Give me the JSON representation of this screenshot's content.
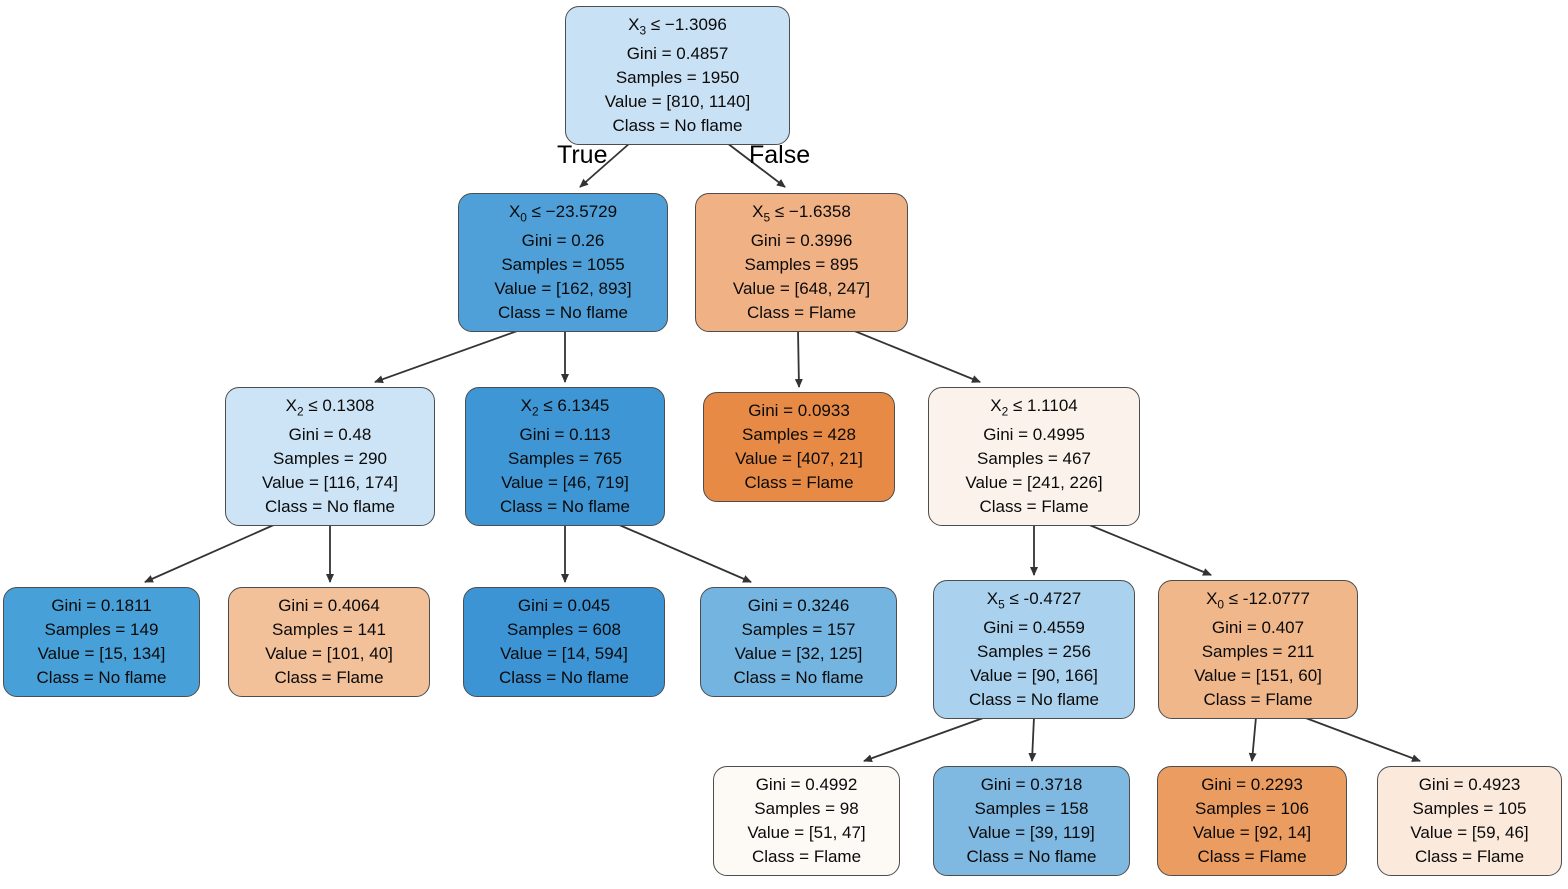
{
  "diagram": {
    "type": "decision-tree",
    "edge_labels": {
      "true": "True",
      "false": "False"
    },
    "classes": [
      "No flame",
      "Flame"
    ],
    "colors": {
      "class_no_flame_accent": "#399de5",
      "class_flame_accent": "#e58139"
    }
  },
  "nodes": [
    {
      "condition": {
        "var": "X",
        "sub": "3",
        "rest": " ≤ −1.3096"
      },
      "gini": "Gini = 0.4857",
      "samples": "Samples = 1950",
      "value": "Value = [810, 1140]",
      "class": "Class = No flame",
      "color": "#c9e1f4"
    },
    {
      "condition": {
        "var": "X",
        "sub": "0",
        "rest": " ≤ −23.5729"
      },
      "gini": "Gini = 0.26",
      "samples": "Samples = 1055",
      "value": "Value = [162, 893]",
      "class": "Class = No flame",
      "color": "#4fa0d8"
    },
    {
      "condition": {
        "var": "X",
        "sub": "5",
        "rest": " ≤ −1.6358"
      },
      "gini": "Gini = 0.3996",
      "samples": "Samples = 895",
      "value": "Value = [648, 247]",
      "class": "Class = Flame",
      "color": "#f0b285"
    },
    {
      "condition": {
        "var": "X",
        "sub": "2",
        "rest": " ≤ 0.1308"
      },
      "gini": "Gini = 0.48",
      "samples": "Samples = 290",
      "value": "Value = [116, 174]",
      "class": "Class = No flame",
      "color": "#cde4f6"
    },
    {
      "condition": {
        "var": "X",
        "sub": "2",
        "rest": " ≤ 6.1345"
      },
      "gini": "Gini = 0.113",
      "samples": "Samples = 765",
      "value": "Value = [46, 719]",
      "class": "Class = No flame",
      "color": "#3f96d5"
    },
    {
      "gini": "Gini = 0.0933",
      "samples": "Samples = 428",
      "value": "Value = [407, 21]",
      "class": "Class = Flame",
      "color": "#e68a45"
    },
    {
      "condition": {
        "var": "X",
        "sub": "2",
        "rest": " ≤ 1.1104"
      },
      "gini": "Gini = 0.4995",
      "samples": "Samples = 467",
      "value": "Value = [241, 226]",
      "class": "Class = Flame",
      "color": "#fbf3eb"
    },
    {
      "gini": "Gini = 0.1811",
      "samples": "Samples = 149",
      "value": "Value = [15, 134]",
      "class": "Class = No flame",
      "color": "#48a0d8"
    },
    {
      "gini": "Gini = 0.4064",
      "samples": "Samples = 141",
      "value": "Value = [101, 40]",
      "class": "Class = Flame",
      "color": "#f2c099"
    },
    {
      "gini": "Gini = 0.045",
      "samples": "Samples = 608",
      "value": "Value = [14, 594]",
      "class": "Class = No flame",
      "color": "#3d94d4"
    },
    {
      "gini": "Gini = 0.3246",
      "samples": "Samples = 157",
      "value": "Value = [32, 125]",
      "class": "Class = No flame",
      "color": "#74b4e0"
    },
    {
      "condition": {
        "var": "X",
        "sub": "5",
        "rest": " ≤ -0.4727"
      },
      "gini": "Gini = 0.4559",
      "samples": "Samples = 256",
      "value": "Value = [90, 166]",
      "class": "Class = No flame",
      "color": "#aad2ee"
    },
    {
      "condition": {
        "var": "X",
        "sub": "0",
        "rest": " ≤ -12.0777"
      },
      "gini": "Gini = 0.407",
      "samples": "Samples = 211",
      "value": "Value = [151, 60]",
      "class": "Class = Flame",
      "color": "#f0b78b"
    },
    {
      "gini": "Gini = 0.4992",
      "samples": "Samples = 98",
      "value": "Value = [51, 47]",
      "class": "Class = Flame",
      "color": "#fdf9f5"
    },
    {
      "gini": "Gini = 0.3718",
      "samples": "Samples = 158",
      "value": "Value = [39, 119]",
      "class": "Class = No flame",
      "color": "#7fb9e2"
    },
    {
      "gini": "Gini = 0.2293",
      "samples": "Samples = 106",
      "value": "Value = [92, 14]",
      "class": "Class = Flame",
      "color": "#eb9c61"
    },
    {
      "gini": "Gini = 0.4923",
      "samples": "Samples = 105",
      "value": "Value = [59, 46]",
      "class": "Class = Flame",
      "color": "#fbe9dc"
    }
  ]
}
